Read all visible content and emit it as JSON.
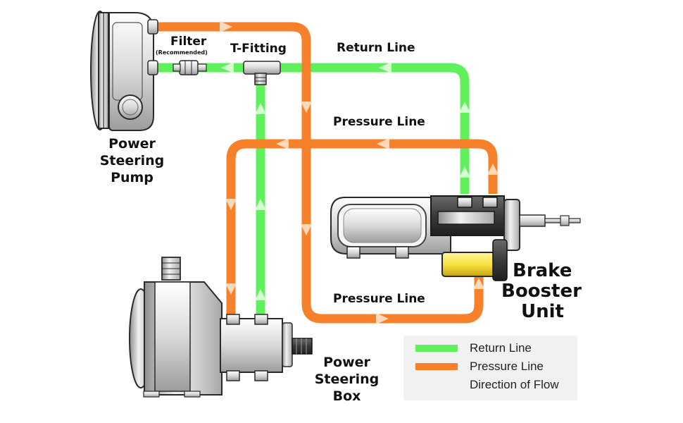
{
  "colors": {
    "return_line": "#5ff05c",
    "pressure_line": "#f7812a",
    "outline": "#2a2a2a"
  },
  "labels": {
    "filter": "Filter",
    "filter_note": "(Recommended)",
    "t_fitting": "T-Fitting",
    "return_line_top": "Return Line",
    "pressure_line_upper": "Pressure Line",
    "pressure_line_lower": "Pressure Line",
    "pump": [
      "Power",
      "Steering",
      "Pump"
    ],
    "box": [
      "Power",
      "Steering",
      "Box"
    ],
    "booster": [
      "Brake",
      "Booster",
      "Unit"
    ]
  },
  "legend": {
    "return_line": "Return Line",
    "pressure_line": "Pressure Line",
    "direction": "Direction of Flow"
  },
  "icons": [
    "power-steering-pump-icon",
    "filter-icon",
    "t-fitting-icon",
    "brake-booster-icon",
    "power-steering-box-icon",
    "flow-arrow-icon"
  ]
}
